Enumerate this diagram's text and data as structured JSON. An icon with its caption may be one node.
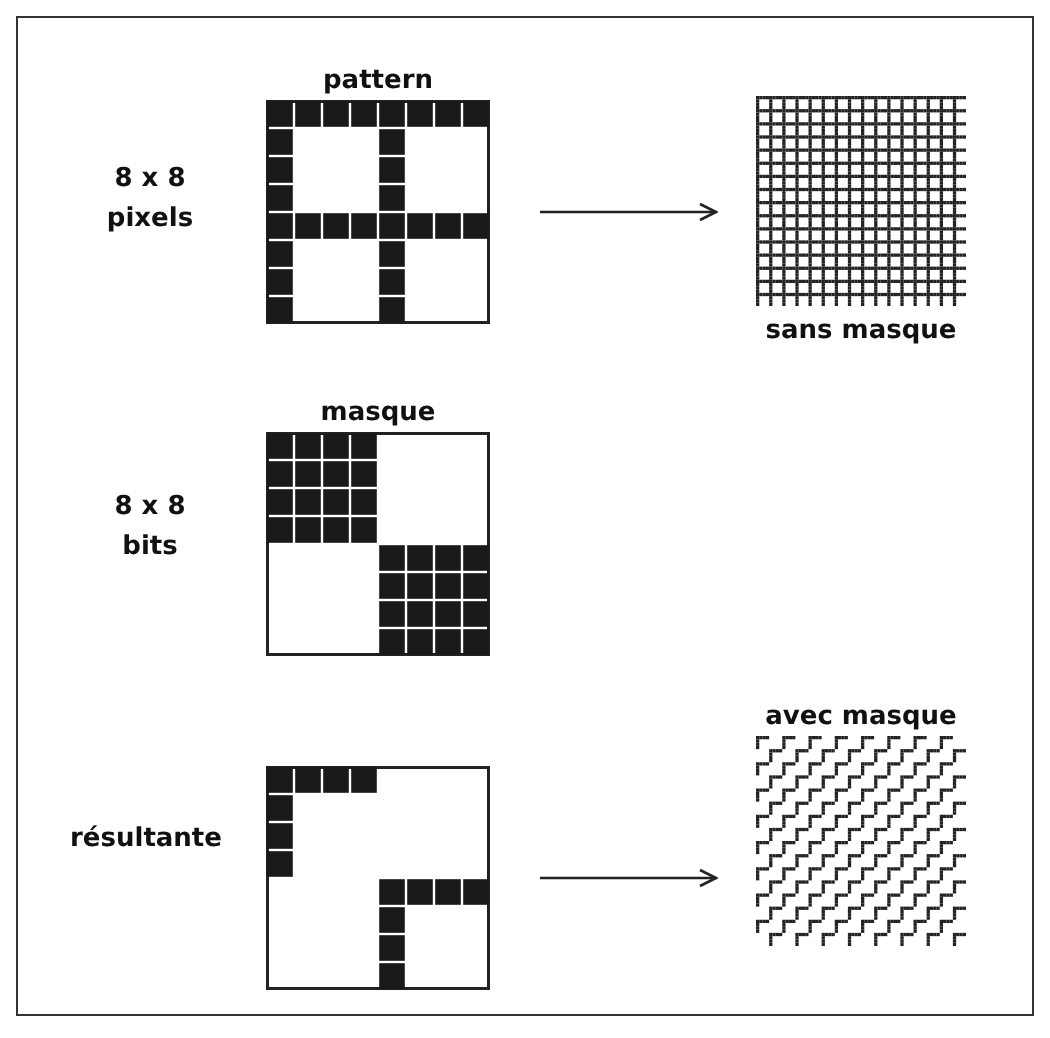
{
  "diagram": {
    "nodes": [
      {
        "text": [
          "pattern"
        ]
      },
      {
        "text": [
          "sans masque"
        ]
      },
      {
        "text": [
          "masque"
        ]
      },
      {
        "text": [],
        "shape": "box"
      },
      {
        "text": [
          "avec masque"
        ]
      }
    ],
    "edges": [
      {
        "from": 0,
        "to": 1,
        "arrow": "to"
      },
      {
        "from": 3,
        "to": 4,
        "arrow": "to"
      }
    ],
    "labels": [
      "8 x 8 pixels",
      "8 x 8 bits",
      "résultante"
    ]
  }
}
